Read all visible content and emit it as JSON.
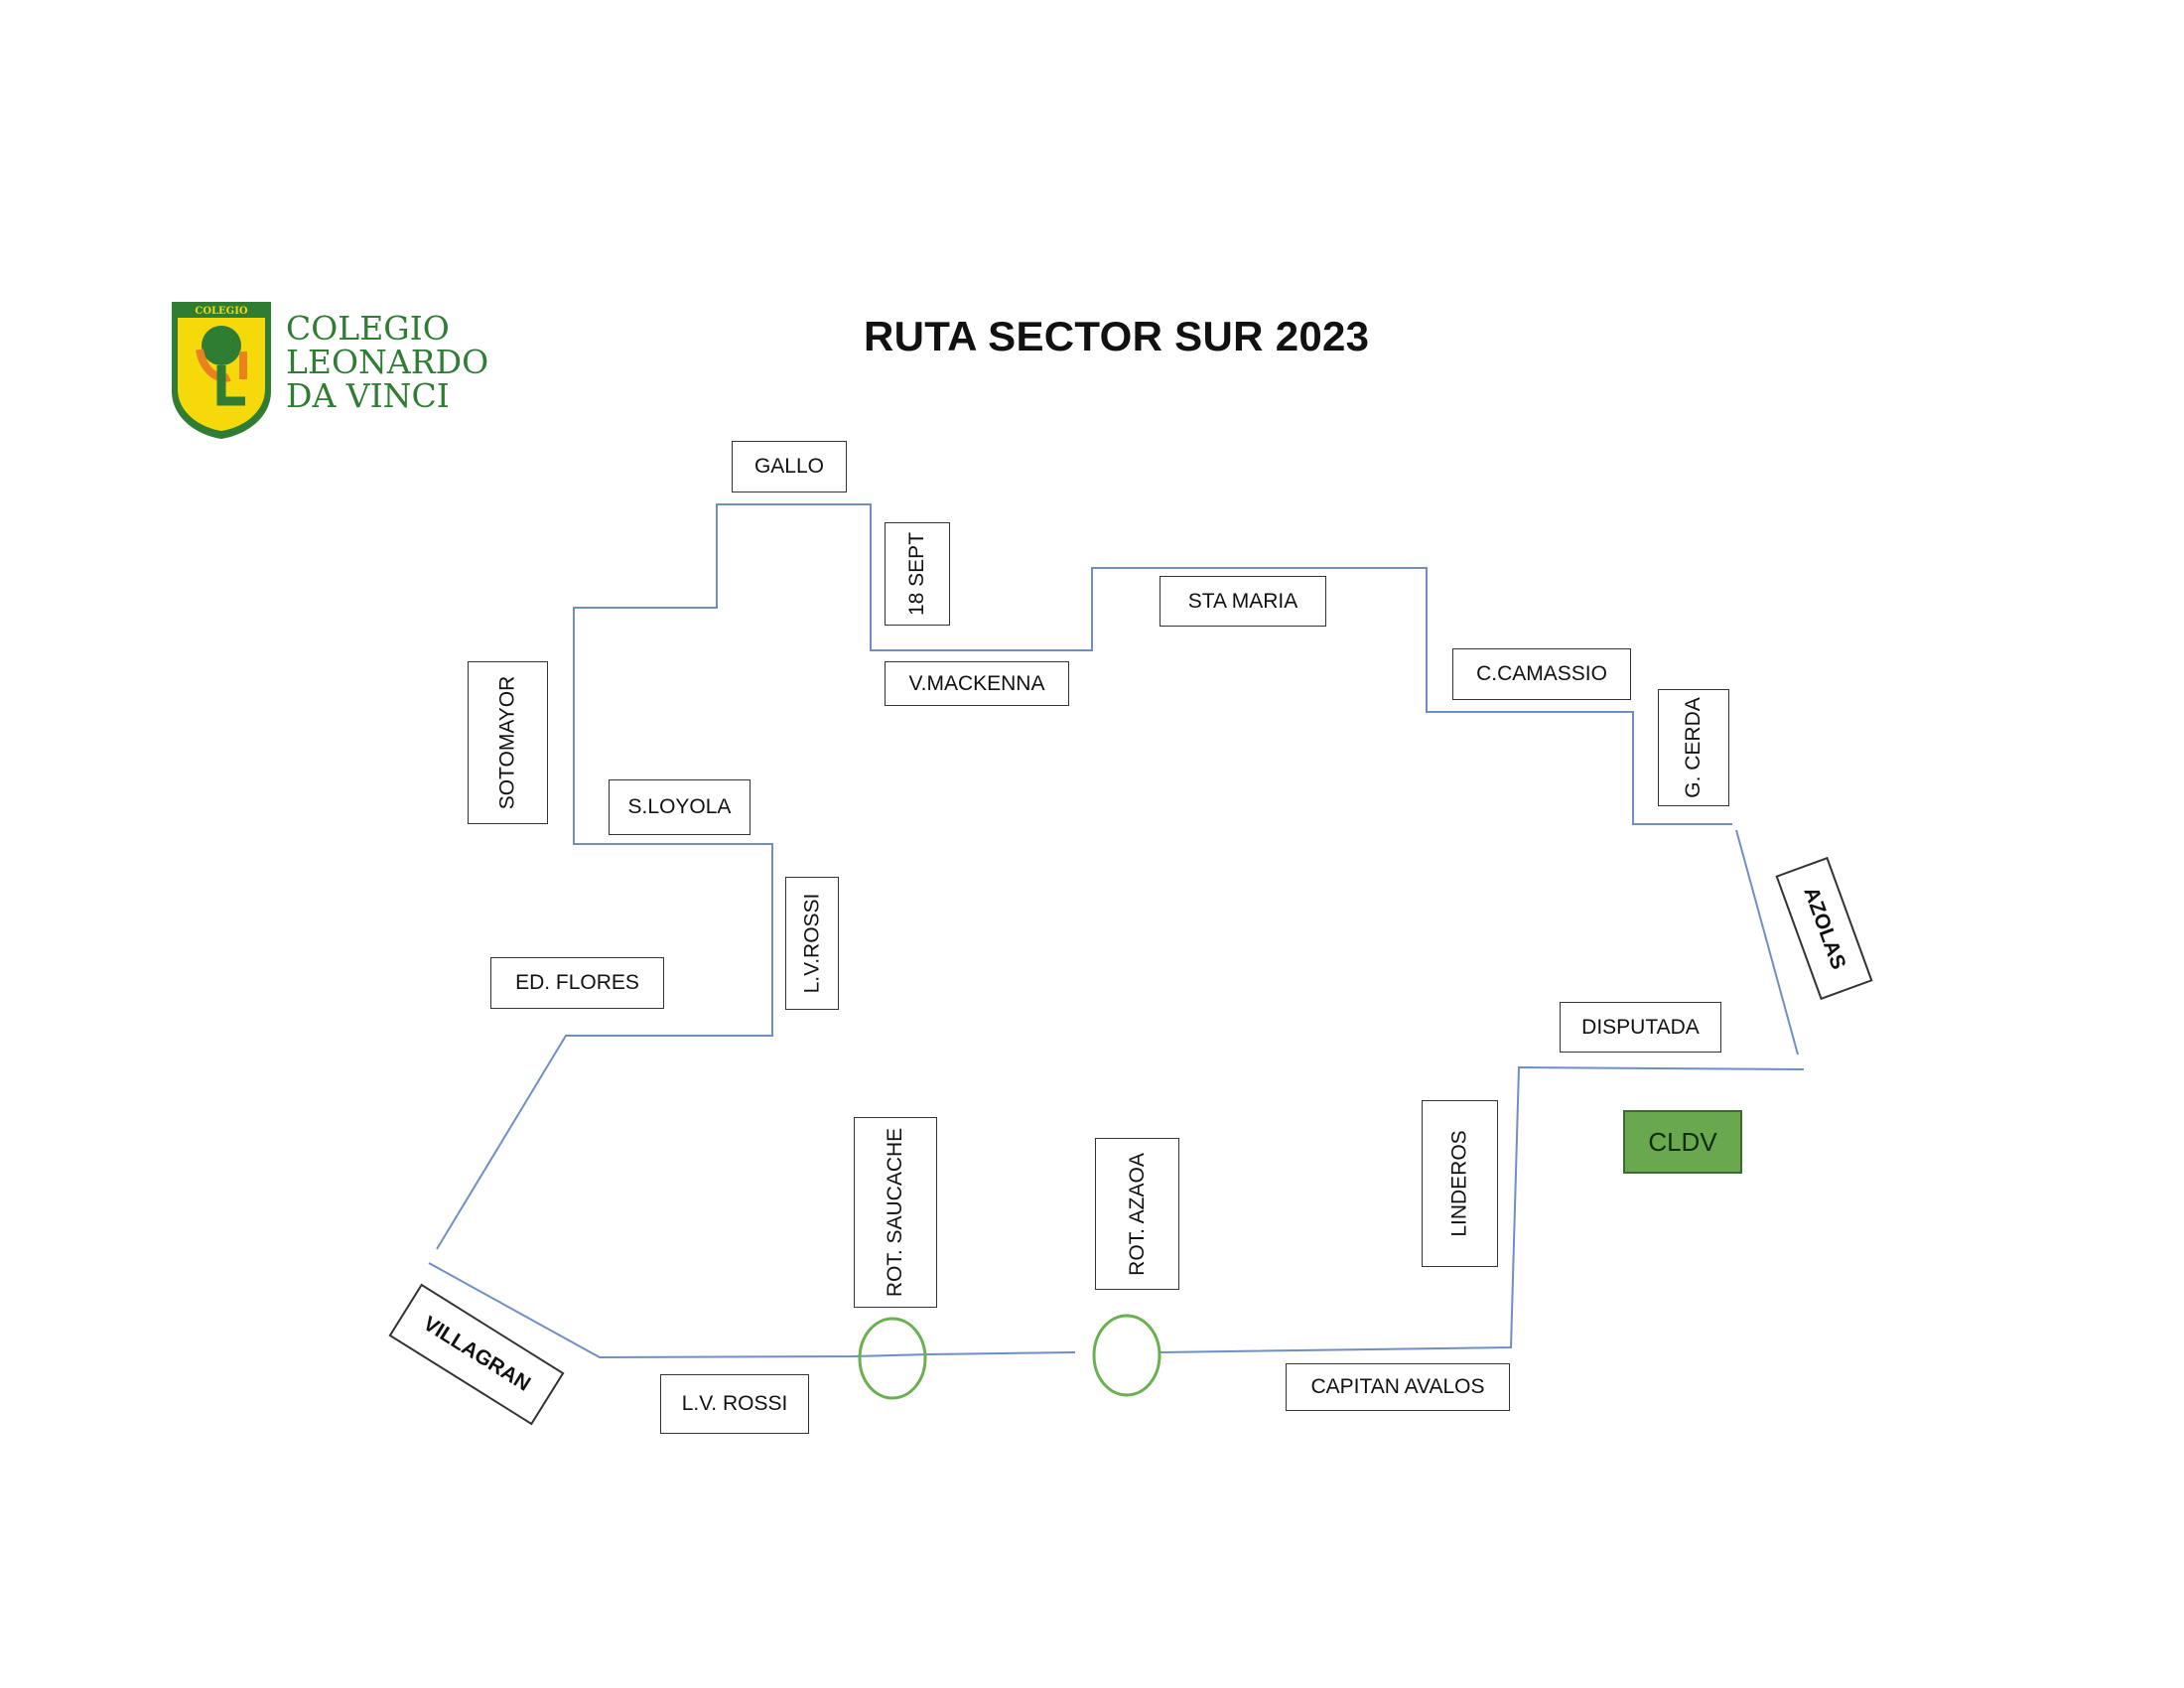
{
  "title": "RUTA SECTOR SUR 2023",
  "logo": {
    "shield_top_text": "COLEGIO",
    "lines": [
      "COLEGIO",
      "LEONARDO",
      "DA VINCI"
    ],
    "colors": {
      "green": "#2e7d32",
      "yellow": "#f5d90a",
      "orange": "#e8821e"
    }
  },
  "streets": {
    "gallo": "GALLO",
    "dieciocho_sept": "18 SEPT",
    "sta_maria": "STA MARIA",
    "v_mackenna": "V.MACKENNA",
    "c_camassio": "C.CAMASSIO",
    "g_cerda": "G. CERDA",
    "sotomayor": "SOTOMAYOR",
    "s_loyola": "S.LOYOLA",
    "lv_rossi_v": "L.V.ROSSI",
    "azolas": "AZOLAS",
    "ed_flores": "ED. FLORES",
    "disputada": "DISPUTADA",
    "rot_saucache": "ROT. SAUCACHE",
    "rot_azaoa": "ROT. AZAOA",
    "linderos": "LINDEROS",
    "villagran": "VILLAGRAN",
    "lv_rossi_h": "L.V. ROSSI",
    "capitan_avalos": "CAPITAN AVALOS"
  },
  "destination": "CLDV",
  "colors": {
    "route": "#6f8fc4",
    "roundabout": "#6ab04c",
    "destination_fill": "#6aa84f"
  }
}
